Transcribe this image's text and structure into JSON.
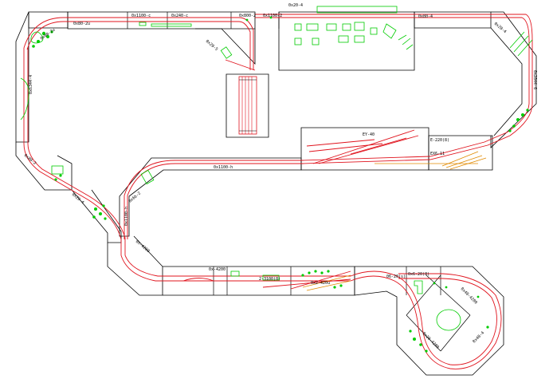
{
  "colors": {
    "outline": "#000000",
    "track": "#e0141e",
    "scenery": "#00cc00",
    "wood": "#e08a00"
  },
  "module_labels": [
    {
      "key": "m1",
      "text": "0x80-2u"
    },
    {
      "key": "m2",
      "text": "0x80-2u"
    },
    {
      "key": "m3",
      "text": "0x1100-c"
    },
    {
      "key": "m4",
      "text": "0x240-c"
    },
    {
      "key": "m5",
      "text": "0x800-2"
    },
    {
      "key": "m6",
      "text": "0x1100-2"
    },
    {
      "key": "m7",
      "text": "0x20-4"
    },
    {
      "key": "m8",
      "text": "0x80-4"
    },
    {
      "key": "m9",
      "text": "0x20-4"
    },
    {
      "key": "m10",
      "text": "0x2844-6"
    },
    {
      "key": "m11",
      "text": "0x6344-4"
    },
    {
      "key": "m12",
      "text": "0x80-2"
    },
    {
      "key": "m13",
      "text": "E-220(8)"
    },
    {
      "key": "m14",
      "text": "EX6-11"
    },
    {
      "key": "m15",
      "text": "EY-40"
    },
    {
      "key": "m16",
      "text": "0x20-5"
    },
    {
      "key": "m17",
      "text": "0x1100-h"
    },
    {
      "key": "m18",
      "text": "0x20-4"
    },
    {
      "key": "m19",
      "text": "0x6b-2"
    },
    {
      "key": "m20",
      "text": "0x1100-h"
    },
    {
      "key": "m21",
      "text": "0x-4200"
    },
    {
      "key": "m22",
      "text": "0x-4200"
    },
    {
      "key": "m23",
      "text": "2-3100(8)"
    },
    {
      "key": "m24",
      "text": "0x2-420u"
    },
    {
      "key": "m25",
      "text": "06-20(s)"
    },
    {
      "key": "m26",
      "text": "0x6-20(8)"
    },
    {
      "key": "m27",
      "text": "0x40-4200"
    },
    {
      "key": "m28",
      "text": "0x20-4200"
    },
    {
      "key": "m29",
      "text": "0x40-4"
    }
  ]
}
